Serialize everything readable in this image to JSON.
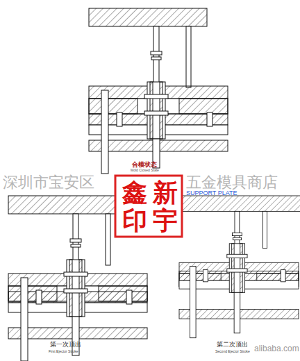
{
  "diagram": {
    "labels": [
      "合模状态",
      "Mold Closed State",
      "深圳市宝安区",
      "五金模具商店",
      "鑫印",
      "新宇",
      "SUPPORT PLATE",
      "第一次顶出",
      "First Ejector Stroke",
      "第二次顶出",
      "Second Ejector Stroke",
      "alibaba.com"
    ]
  }
}
